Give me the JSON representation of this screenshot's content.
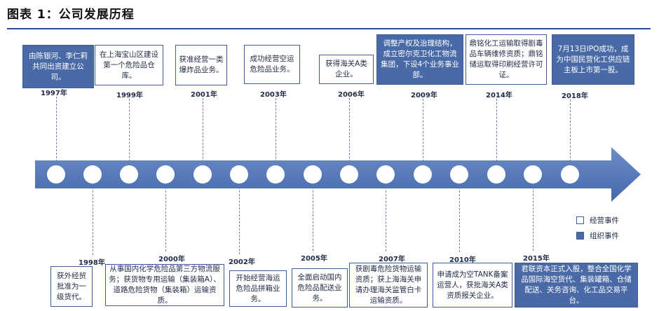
{
  "title": "图表 1：公司发展历程",
  "legend": {
    "operation": "经营事件",
    "organization": "组织事件"
  },
  "top_events": [
    {
      "year": "1997年",
      "text": "由陈银河、李仁莉共同出资建立公司。",
      "kind": "organization"
    },
    {
      "year": "1999年",
      "text": "在上海宝山区建设第一个危险品仓库。",
      "kind": "operation"
    },
    {
      "year": "2001年",
      "text": "获准经营一类爆炸品业务。",
      "kind": "operation"
    },
    {
      "year": "2003年",
      "text": "成功经营空运危险品业务。",
      "kind": "operation"
    },
    {
      "year": "2006年",
      "text": "获得海关A类企业。",
      "kind": "operation"
    },
    {
      "year": "2009年",
      "text": "调整产权及治理结构，成立密尔克卫化工物流集团，下设4个业务事业部。",
      "kind": "organization"
    },
    {
      "year": "2014年",
      "text": "鼎铭化工运输取得剧毒品车辆维修资质；鼎铭储运取得印刷经营许可证。",
      "kind": "operation"
    },
    {
      "year": "2018年",
      "text": "7月13日IPO成功，成为中国民营化工供应链主板上市第一股。",
      "kind": "organization"
    }
  ],
  "bottom_events": [
    {
      "year": "1998年",
      "text": "获外经贸批准为一级货代。",
      "kind": "operation"
    },
    {
      "year": "2000年",
      "text": "从事国内化学危险品第三方物流服务；获货物专用运输（集装箱A）、道路危险货物（集装箱）运输资质。",
      "kind": "operation"
    },
    {
      "year": "2002年",
      "text": "开始经营海运危险品拼箱业务。",
      "kind": "operation"
    },
    {
      "year": "2005年",
      "text": "全面启动国内危险品配送业务。",
      "kind": "operation"
    },
    {
      "year": "2007年",
      "text": "获剧毒危险货物运输资质；获上海海关申请办理海关监管白卡运输资质。",
      "kind": "operation"
    },
    {
      "year": "2010年",
      "text": "申请成为空TANK备案运营人，获批海关A类资质报关企业。",
      "kind": "operation"
    },
    {
      "year": "2015年",
      "text": "君联资本正式入股，整合全国化学品国际海空货代、集装罐箱、仓储配送、关务咨询、化工品交易平台。",
      "kind": "organization"
    }
  ],
  "colors": {
    "arrow": "#5a7dbc",
    "arrow_dark": "#3f63a6",
    "organization": "#4a6aa7",
    "border": "#3b5c9e",
    "rule": "#2a4a8e"
  }
}
